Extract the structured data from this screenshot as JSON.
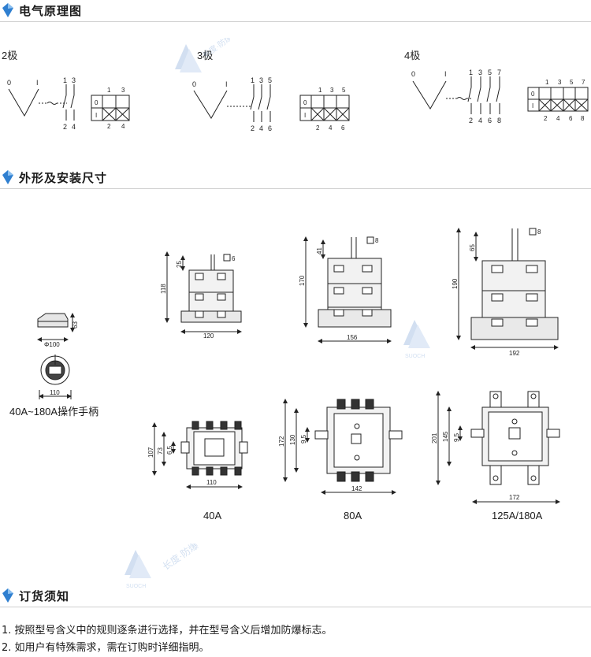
{
  "sections": {
    "schematic": "电气原理图",
    "dimensions": "外形及安装尺寸",
    "ordering": "订货须知"
  },
  "watermark": {
    "text": "长度·防爆",
    "brand": "SUOCH",
    "color": "#7fa6d8"
  },
  "accent_color": "#2f7fd0",
  "schematic": {
    "switch_labels": {
      "off": "0",
      "on": "I"
    },
    "poles": [
      {
        "title": "2极",
        "top": [
          "1",
          "3"
        ],
        "bottom": [
          "2",
          "4"
        ]
      },
      {
        "title": "3极",
        "top": [
          "1",
          "3",
          "5"
        ],
        "bottom": [
          "2",
          "4",
          "6"
        ]
      },
      {
        "title": "4极",
        "top": [
          "1",
          "3",
          "5",
          "7"
        ],
        "bottom": [
          "2",
          "4",
          "6",
          "8"
        ]
      }
    ]
  },
  "handle": {
    "caption": "40A~180A操作手柄",
    "dim_height": "63",
    "dim_diameter": "Φ100",
    "dim_width": "110"
  },
  "side_views": [
    {
      "height": "118",
      "top": "25",
      "shaft": "6",
      "width": "120"
    },
    {
      "height": "170",
      "top": "41",
      "shaft": "8",
      "width": "156"
    },
    {
      "height": "190",
      "top": "65",
      "shaft": "8",
      "width": "192"
    }
  ],
  "top_views": [
    {
      "model": "40A",
      "outer": "107",
      "inner": "73",
      "pitch": "6.5",
      "width": "110"
    },
    {
      "model": "80A",
      "outer": "172",
      "inner": "130",
      "pitch": "9.5",
      "width": "142"
    },
    {
      "model": "125A/180A",
      "outer": "201",
      "inner": "145",
      "pitch": "9.5",
      "width": "172"
    }
  ],
  "notes": [
    "1. 按照型号含义中的规则逐条进行选择，并在型号含义后增加防爆标志。",
    "2. 如用户有特殊需求，需在订购时详细指明。"
  ]
}
